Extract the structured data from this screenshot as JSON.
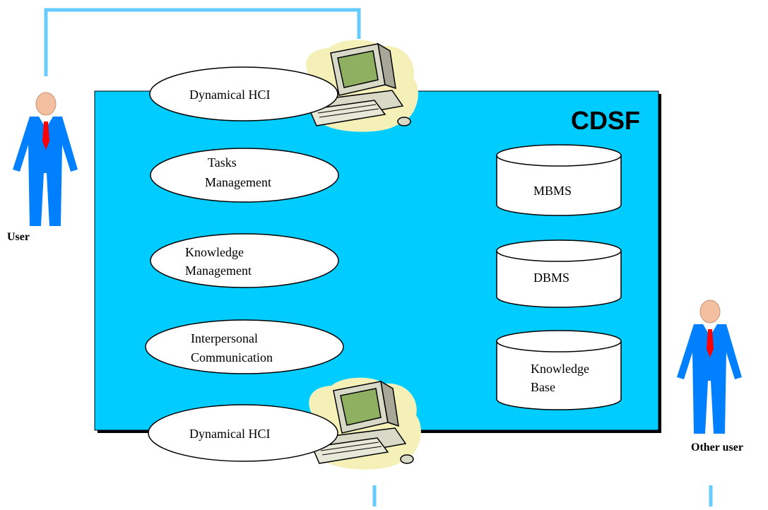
{
  "system": {
    "title": "CDSF"
  },
  "users": {
    "user": "User",
    "other_user": "Other user"
  },
  "modules": {
    "hci_top": "Dynamical HCI",
    "tasks": [
      "Tasks",
      "Management"
    ],
    "knowledge": [
      "Knowledge",
      "Management"
    ],
    "interpersonal": [
      "Interpersonal",
      "Communication"
    ],
    "hci_bottom": "Dynamical HCI"
  },
  "stores": {
    "mbms": "MBMS",
    "dbms": "DBMS",
    "knowledge_base": [
      "Knowledge",
      "Base"
    ]
  },
  "colors": {
    "panel": "#00ccff",
    "connector": "#66ccff",
    "suit": "#0080ff",
    "tie": "#ff0000",
    "skin": "#f2c0a0",
    "blob": "#f5f0b8"
  }
}
